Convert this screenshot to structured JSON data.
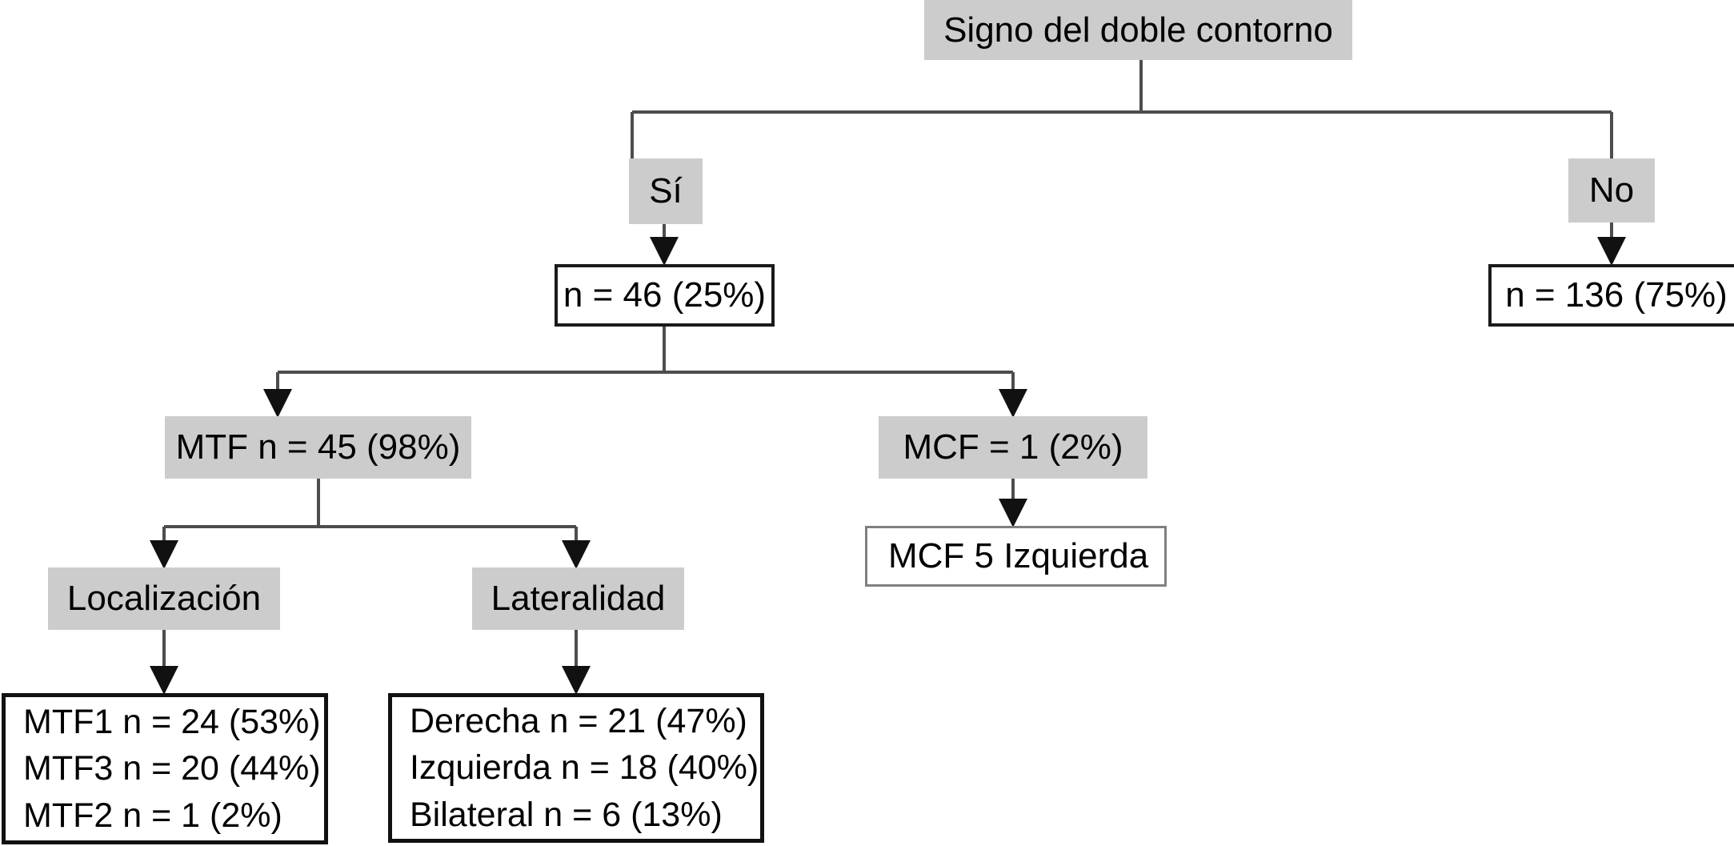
{
  "diagram": {
    "title": "Signo del doble contorno",
    "language": "es",
    "root": {
      "label": "Signo del doble contorno",
      "style": "gray"
    },
    "branches": {
      "yes_label": "Sí",
      "no_label": "No"
    },
    "nodes": {
      "yes_count": "n = 46 (25%)",
      "no_count": "n = 136 (75%)",
      "mtf": "MTF n = 45 (98%)",
      "mcf": "MCF = 1 (2%)",
      "mcf_detail": "MCF 5 Izquierda",
      "localizacion": "Localización",
      "lateralidad": "Lateralidad"
    },
    "localizacion_items": [
      "MTF1 n = 24 (53%)",
      "MTF3 n = 20 (44%)",
      "MTF2 n = 1 (2%)"
    ],
    "lateralidad_items": [
      "Derecha n = 21 (47%)",
      "Izquierda n = 18 (40%)",
      "Bilateral n = 6 (13%)"
    ],
    "colors": {
      "node_fill_gray": "#cccccc",
      "node_fill_white": "#ffffff",
      "border_black": "#1a1a1a",
      "border_gray": "#808080",
      "connector": "#4d4d4d",
      "text": "#000000",
      "background": "#ffffff"
    }
  }
}
